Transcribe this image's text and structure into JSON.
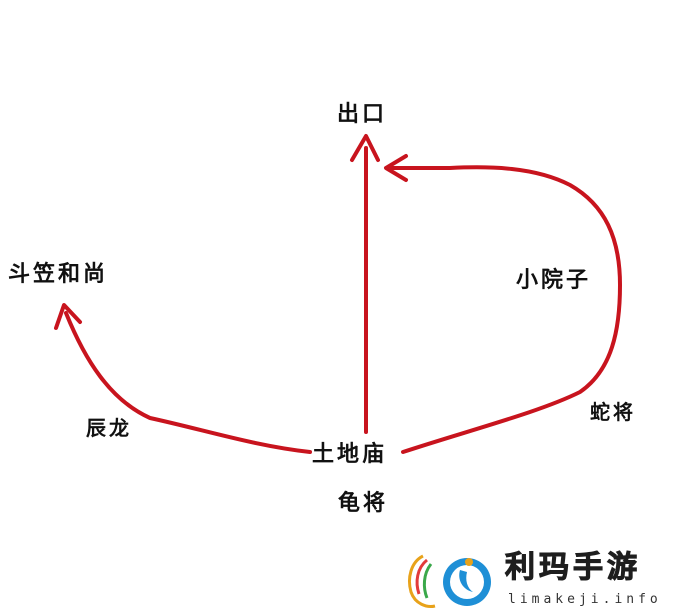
{
  "colors": {
    "route": "#c8141e",
    "text": "#111111",
    "watermark_blue": "#1e8fd6"
  },
  "labels": {
    "exit": "出口",
    "monk": "斗笠和尚",
    "courtyard": "小院子",
    "snake_general": "蛇将",
    "dragon": "辰龙",
    "temple": "土地庙",
    "turtle_general": "龟将"
  },
  "watermark": {
    "title": "利玛手游",
    "url": "limakeji.info"
  }
}
